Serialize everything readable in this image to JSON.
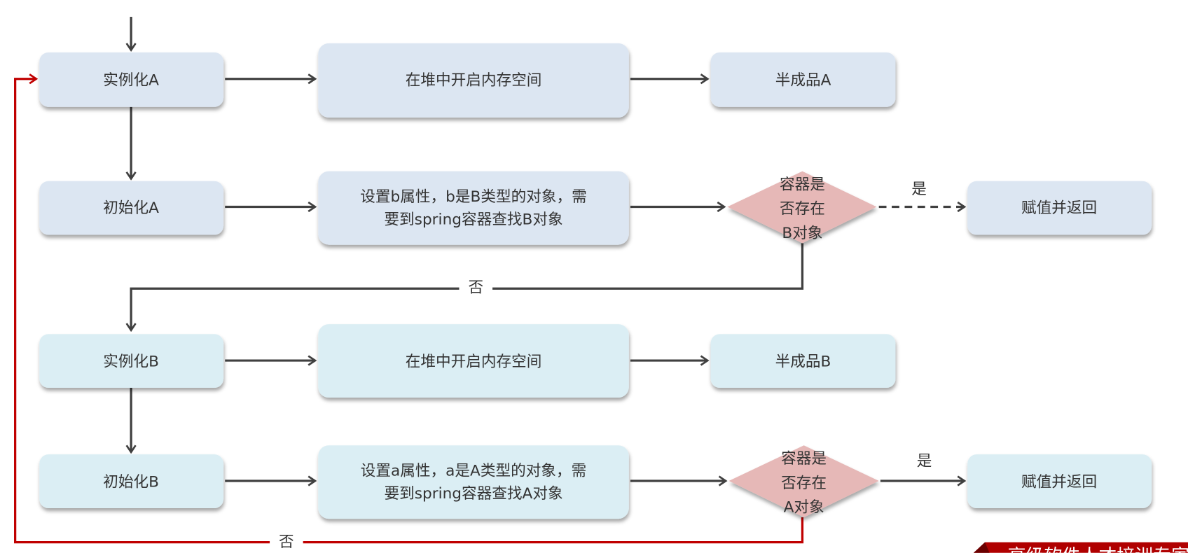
{
  "colors": {
    "row_a_box": "#dce6f2",
    "row_b_box": "#dbeef4",
    "decision": "#e6b8b7",
    "connector": "#404040",
    "loop_back": "#c00000",
    "banner": "#b00000"
  },
  "row_a": {
    "instantiate": "实例化A",
    "allocate": "在堆中开启内存空间",
    "half_product": "半成品A",
    "initialize": "初始化A",
    "set_property_line1": "设置b属性，b是B类型的对象，需",
    "set_property_line2": "要到spring容器查找B对象",
    "decision_line1": "容器是",
    "decision_line2": "否存在",
    "decision_line3": "B对象",
    "yes_label": "是",
    "yes_connector_style": "dashed",
    "result": "赋值并返回",
    "no_label": "否"
  },
  "row_b": {
    "instantiate": "实例化B",
    "allocate": "在堆中开启内存空间",
    "half_product": "半成品B",
    "initialize": "初始化B",
    "set_property_line1": "设置a属性，a是A类型的对象，需",
    "set_property_line2": "要到spring容器查找A对象",
    "decision_line1": "容器是",
    "decision_line2": "否存在",
    "decision_line3": "A对象",
    "yes_label": "是",
    "yes_connector_style": "solid",
    "result": "赋值并返回",
    "no_label": "否"
  },
  "banner": {
    "text": "高级软件人才培训专家"
  }
}
